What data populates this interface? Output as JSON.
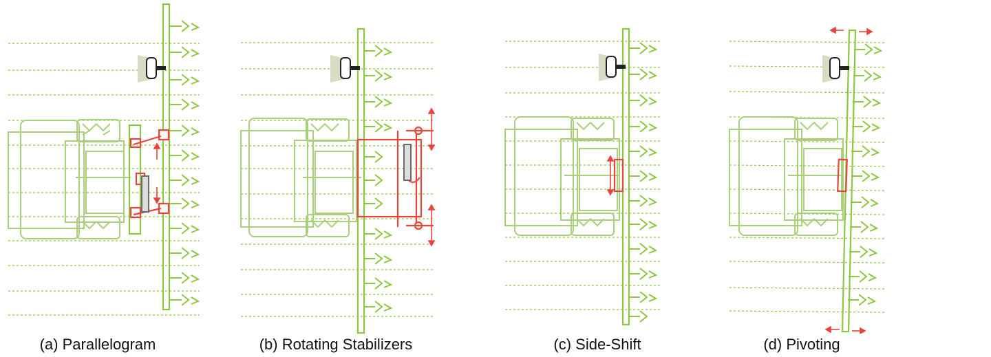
{
  "panels": [
    {
      "caption": "(a) Parallelogram"
    },
    {
      "caption": "(b) Rotating Stabilizers"
    },
    {
      "caption": "(c) Side-Shift"
    },
    {
      "caption": "(d) Pivoting"
    }
  ],
  "colors": {
    "implement_green": "#8dc63f",
    "actuator_red": "#e8453c",
    "cylinder_gray": "#6b6b6b",
    "camera_black": "#222222",
    "shadow": "#d8dcc4"
  },
  "icons": {
    "tractor": "tractor-icon",
    "camera": "camera-icon",
    "plant": "crop-plant-icon",
    "arrow": "motion-arrow-icon"
  }
}
